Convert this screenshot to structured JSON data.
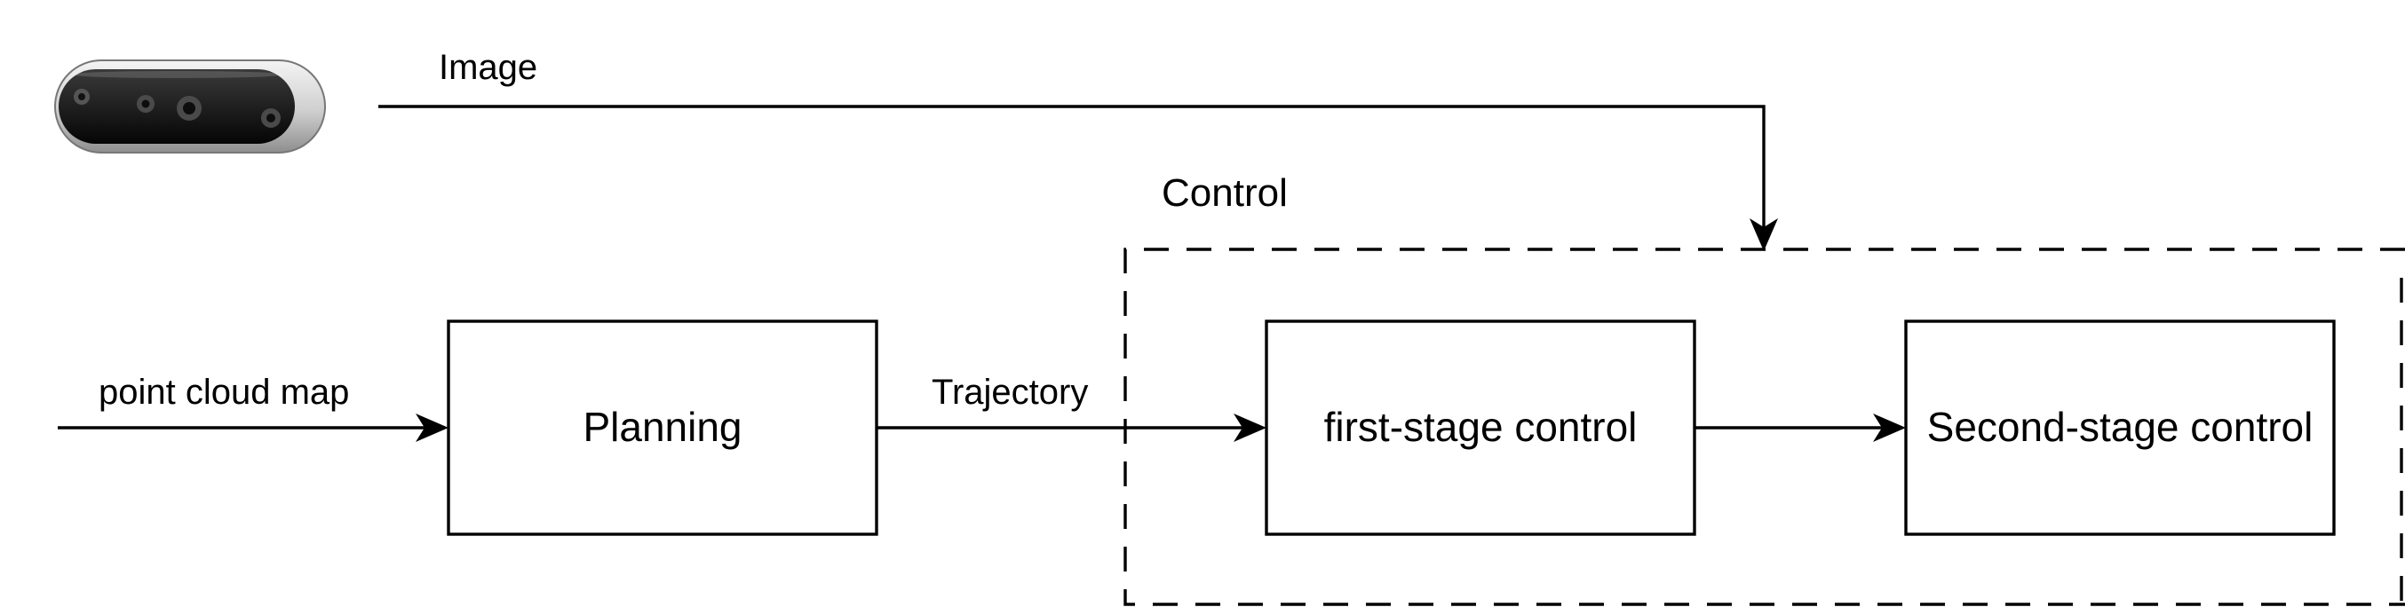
{
  "labels": {
    "image": "Image",
    "control_group": "Control",
    "point_cloud_map": "point cloud map",
    "trajectory": "Trajectory"
  },
  "nodes": {
    "planning": "Planning",
    "first_stage": "first-stage control",
    "second_stage": "Second-stage control"
  },
  "icons": {
    "camera": "depth-camera-icon"
  },
  "colors": {
    "stroke": "#000000",
    "background": "#ffffff",
    "camera_body": "#d9d9d9",
    "camera_face": "#1a1a1a"
  }
}
